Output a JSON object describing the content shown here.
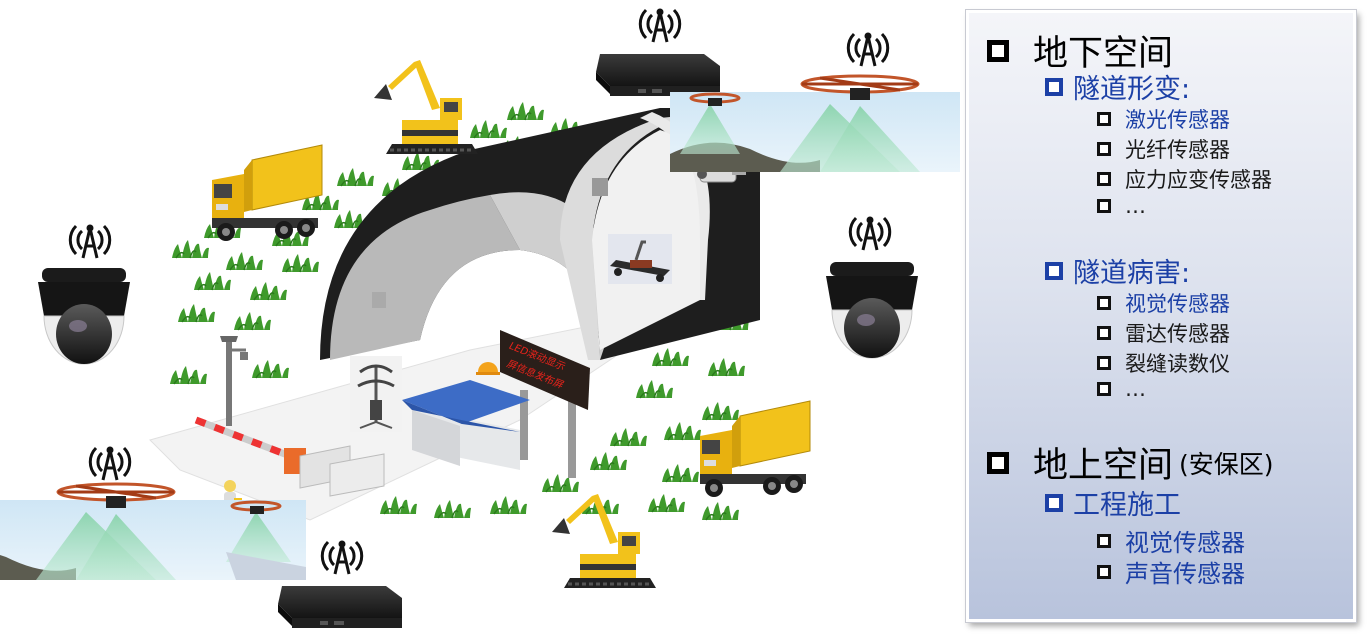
{
  "scene": {
    "sign_line1": "LED滚动显示",
    "sign_line2": "屏信息发布屏"
  },
  "panel": {
    "sections": [
      {
        "title": "地下空间",
        "note": "",
        "groups": [
          {
            "title": "隧道形变:",
            "items": [
              "激光传感器",
              "光纤传感器",
              "应力应变传感器",
              "…"
            ]
          },
          {
            "title": "隧道病害:",
            "items": [
              "视觉传感器",
              "雷达传感器",
              "裂缝读数仪",
              "…"
            ]
          }
        ]
      },
      {
        "title": "地上空间",
        "note": "(安保区)",
        "groups": [
          {
            "title": "工程施工",
            "items": [
              "视觉传感器",
              "声音传感器"
            ]
          }
        ]
      }
    ]
  },
  "colors": {
    "accent_blue": "#1c40a6",
    "panel_top": "#f4f5f9",
    "panel_bottom": "#b8c3dc",
    "grass": "#3f9a2c",
    "truck_yellow": "#f2c21b",
    "tunnel_black": "#1e1e1e"
  }
}
